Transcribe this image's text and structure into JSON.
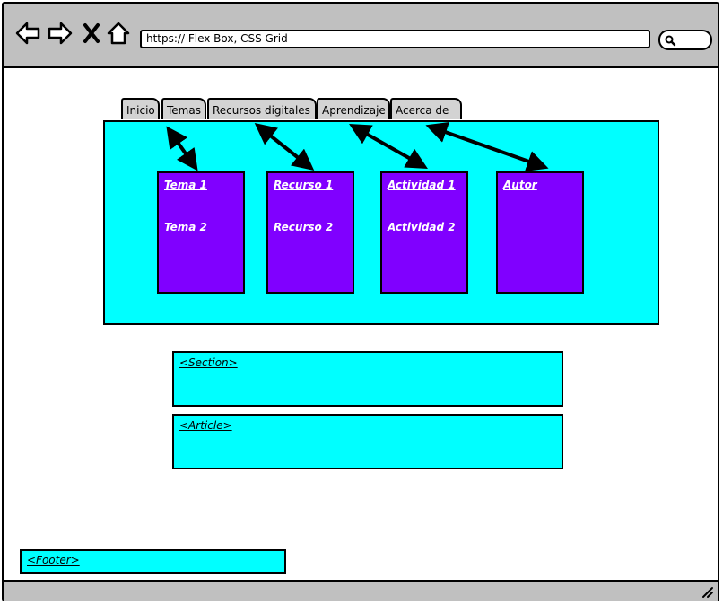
{
  "browser": {
    "url": "https:// Flex Box, CSS Grid",
    "icons": [
      "back-icon",
      "forward-icon",
      "close-icon",
      "home-icon",
      "search-icon",
      "resize-grip-icon"
    ]
  },
  "tabs": [
    {
      "label": "Inicio"
    },
    {
      "label": "Temas"
    },
    {
      "label": "Recursos digitales"
    },
    {
      "label": "Aprendizaje"
    },
    {
      "label": "Acerca de"
    }
  ],
  "cards": [
    {
      "links": [
        "Tema 1",
        "Tema 2"
      ]
    },
    {
      "links": [
        "Recurso 1",
        "Recurso 2"
      ]
    },
    {
      "links": [
        "Actividad 1",
        "Actividad 2"
      ]
    },
    {
      "links": [
        "Autor"
      ]
    }
  ],
  "section": {
    "label": "<Section>"
  },
  "article": {
    "label": "<Article>"
  },
  "footer": {
    "label": "<Footer>"
  },
  "colors": {
    "chrome": "#c0c0c0",
    "panel": "#00ffff",
    "card": "#8000ff",
    "tab": "#d3d3d3"
  }
}
